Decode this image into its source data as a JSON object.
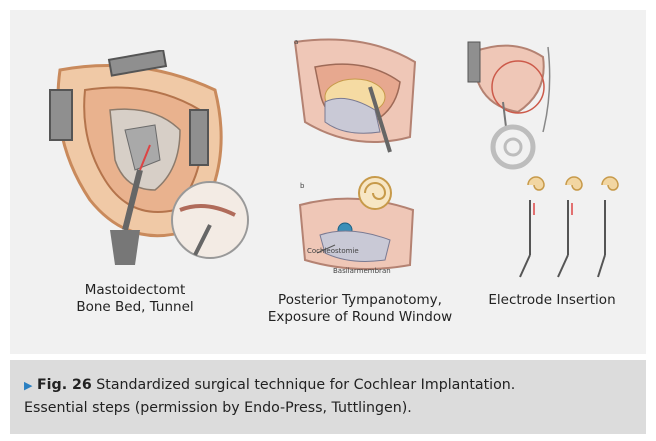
{
  "figure": {
    "panels": [
      {
        "label_line1": "Mastoidectomt",
        "label_line2": "Bone Bed, Tunnel"
      },
      {
        "label_line1": "Posterior Tympanotomy,",
        "label_line2": "Exposure of Round Window",
        "annotations": {
          "cochleostomy": "Cochleostomie",
          "basilar": "Basilarmembran"
        }
      },
      {
        "label_line1": "Electrode Insertion",
        "label_line2": ""
      }
    ]
  },
  "caption": {
    "marker": "▶",
    "fig_label": "Fig. 26",
    "text_line1": " Standardized surgical technique for Cochlear Implantation.",
    "text_line2": "Essential steps (permission by Endo-Press, Tuttlingen)."
  },
  "colors": {
    "figure_bg": "#f1f1f1",
    "caption_bg": "#dcdcdc",
    "marker": "#2a7fc1"
  }
}
